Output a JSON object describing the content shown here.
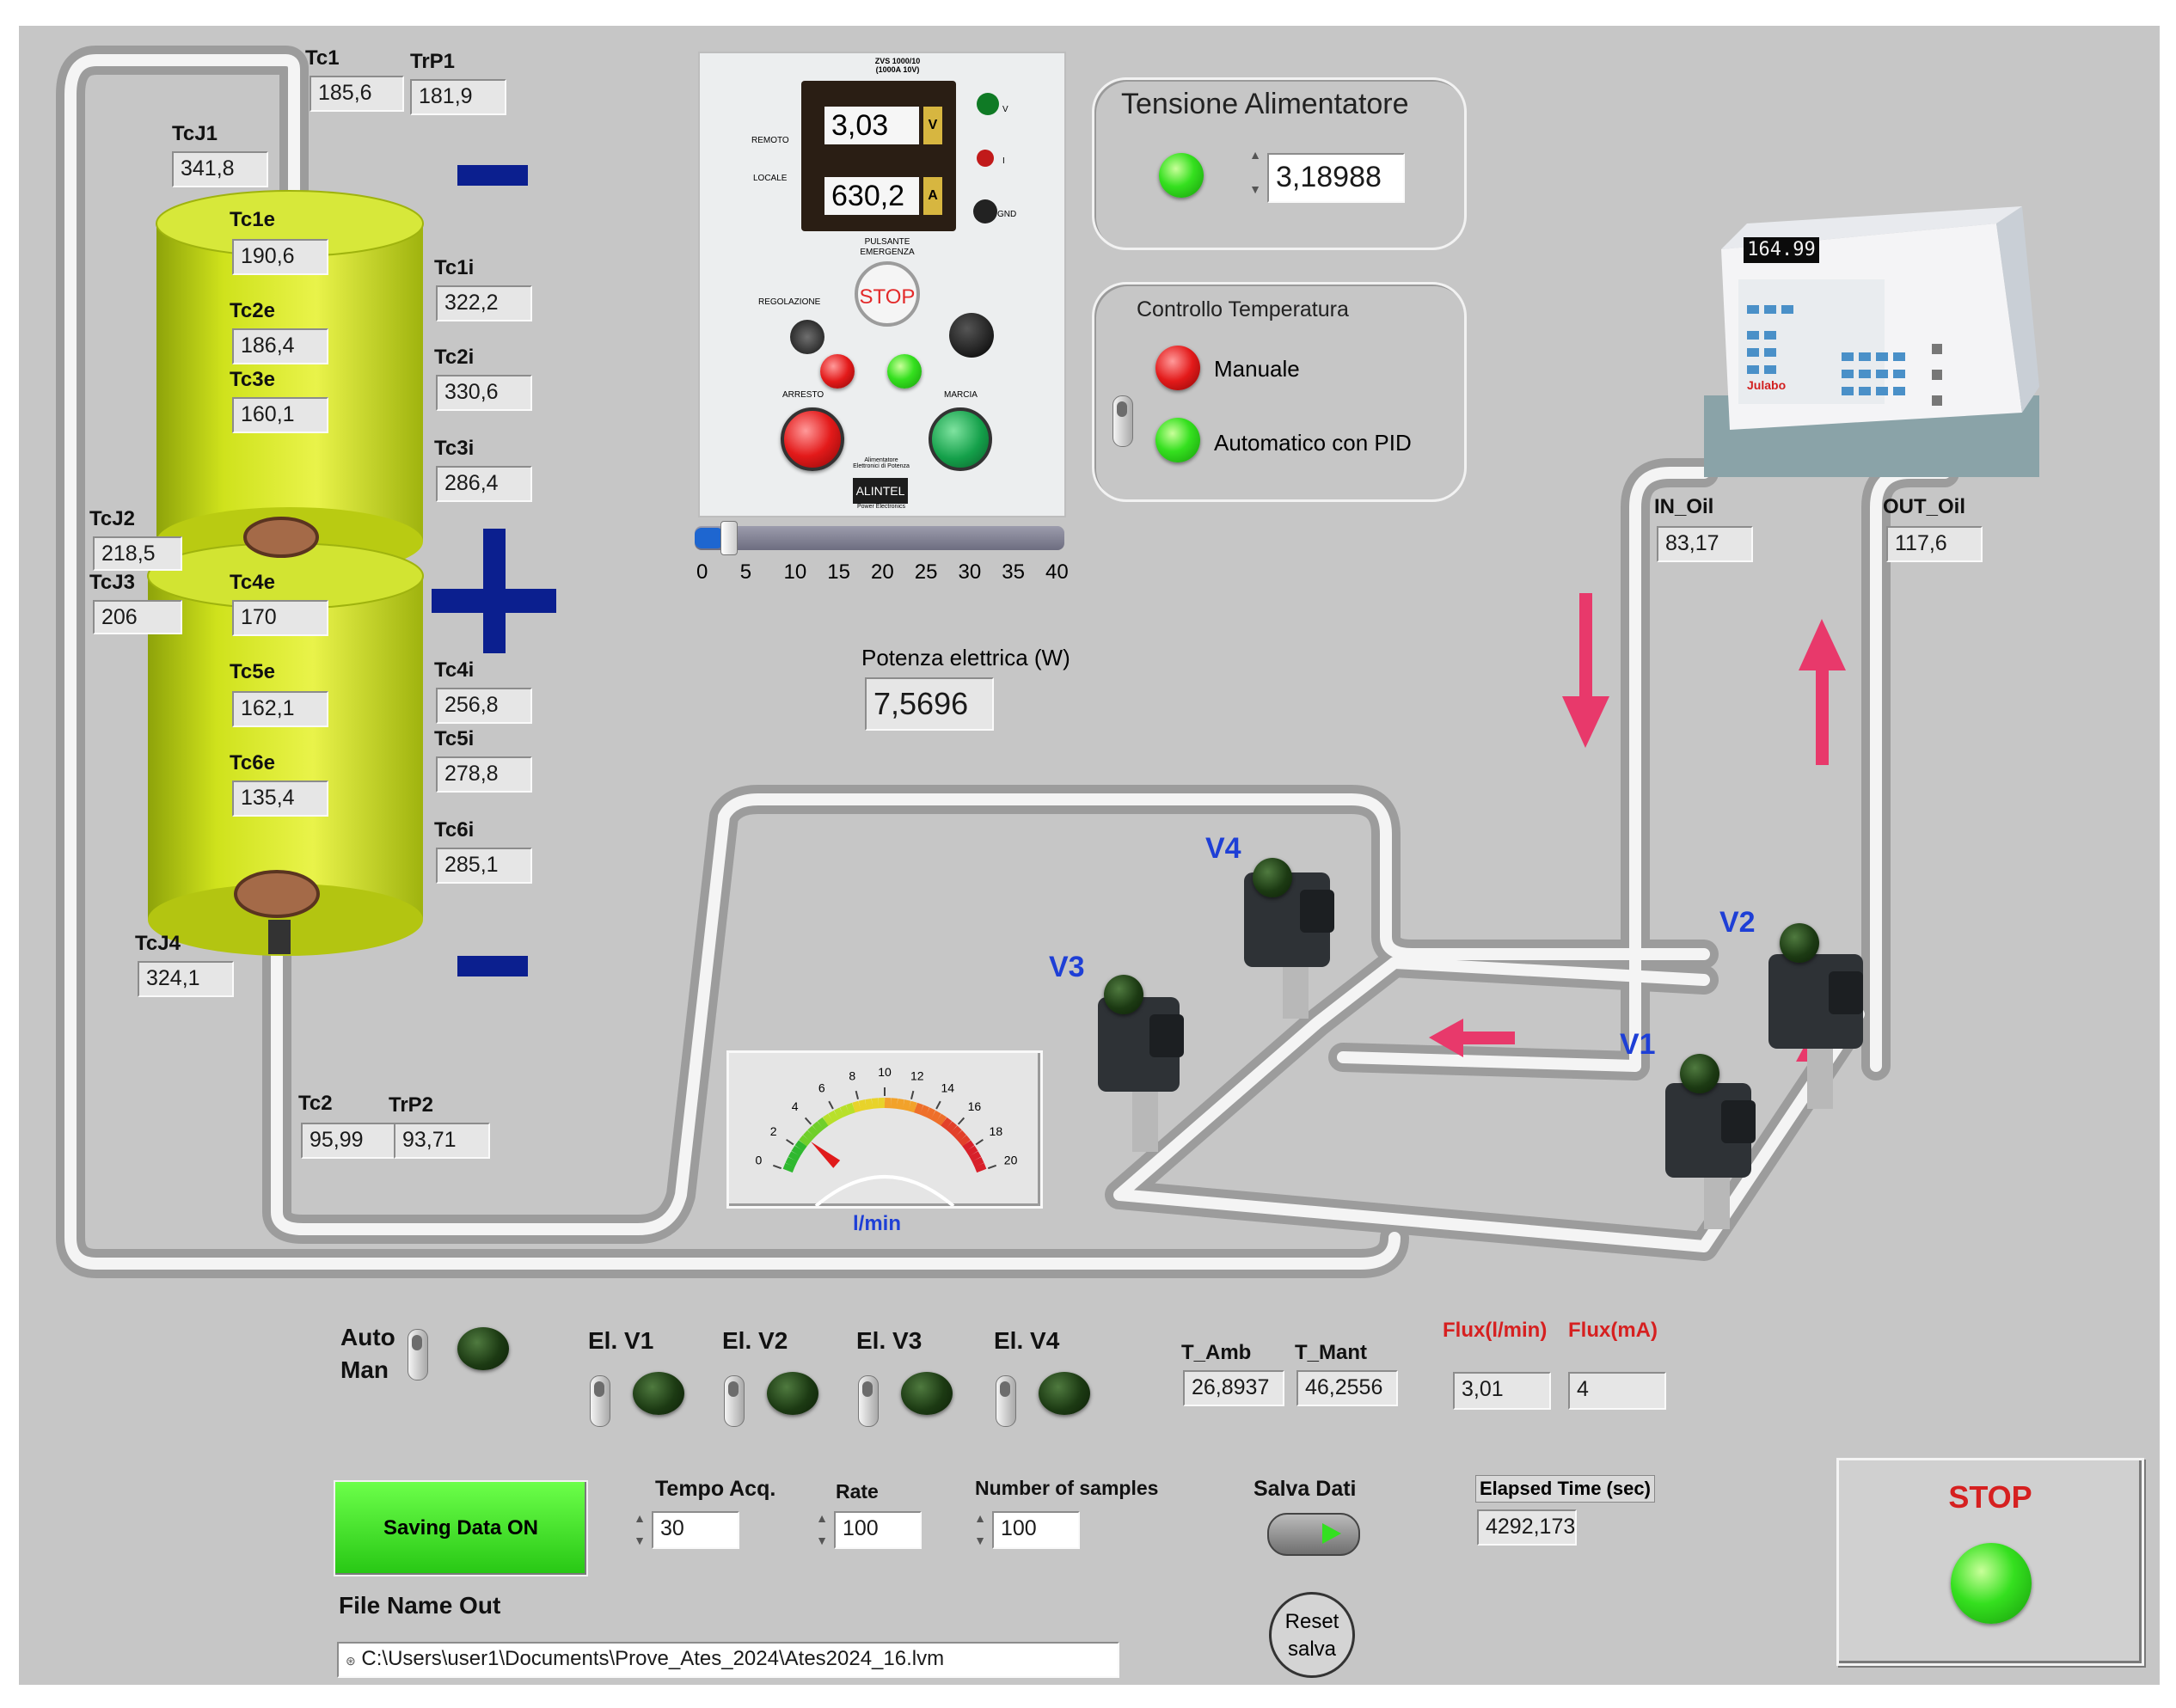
{
  "sensors": {
    "tc1": {
      "label": "Tc1",
      "value": "185,6"
    },
    "trp1": {
      "label": "TrP1",
      "value": "181,9"
    },
    "tcj1": {
      "label": "TcJ1",
      "value": "341,8"
    },
    "tc1e": {
      "label": "Tc1e",
      "value": "190,6"
    },
    "tc2e": {
      "label": "Tc2e",
      "value": "186,4"
    },
    "tc3e": {
      "label": "Tc3e",
      "value": "160,1"
    },
    "tc1i": {
      "label": "Tc1i",
      "value": "322,2"
    },
    "tc2i": {
      "label": "Tc2i",
      "value": "330,6"
    },
    "tc3i": {
      "label": "Tc3i",
      "value": "286,4"
    },
    "tcj2": {
      "label": "TcJ2",
      "value": "218,5"
    },
    "tcj3": {
      "label": "TcJ3",
      "value": "206"
    },
    "tc4e": {
      "label": "Tc4e",
      "value": "170"
    },
    "tc5e": {
      "label": "Tc5e",
      "value": "162,1"
    },
    "tc6e": {
      "label": "Tc6e",
      "value": "135,4"
    },
    "tc4i": {
      "label": "Tc4i",
      "value": "256,8"
    },
    "tc5i": {
      "label": "Tc5i",
      "value": "278,8"
    },
    "tc6i": {
      "label": "Tc6i",
      "value": "285,1"
    },
    "tcj4": {
      "label": "TcJ4",
      "value": "324,1"
    },
    "tc2": {
      "label": "Tc2",
      "value": "95,99"
    },
    "trp2": {
      "label": "TrP2",
      "value": "93,71"
    },
    "in_oil": {
      "label": "IN_Oil",
      "value": "83,17"
    },
    "out_oil": {
      "label": "OUT_Oil",
      "value": "117,6"
    }
  },
  "power_supply": {
    "model_text": "ZVS 1000/10\n(1000A 10V)",
    "voltage_display": "3,03",
    "current_display": "630,2",
    "v_unit": "V",
    "a_unit": "A",
    "remoto": "REMOTO",
    "locale": "LOCALE",
    "pulsante": "PULSANTE",
    "emergenza": "EMERGENZA",
    "stop_label": "STOP",
    "regolazione": "REGOLAZIONE",
    "arresto": "ARRESTO",
    "marcia": "MARCIA",
    "brand": "ALINTEL",
    "tag1": "Alimentatore Elettronici di Potenza",
    "tag2": "Power Electronics",
    "right_v": "V",
    "right_i": "I",
    "right_gnd": "GND"
  },
  "slider": {
    "ticks": [
      "0",
      "5",
      "10",
      "15",
      "20",
      "25",
      "30",
      "35",
      "40"
    ],
    "min": 0,
    "max": 40,
    "value": 3.2
  },
  "tensione": {
    "title": "Tensione Alimentatore",
    "value": "3,18988"
  },
  "controllo": {
    "title": "Controllo Temperatura",
    "manual": "Manuale",
    "auto": "Automatico con PID"
  },
  "potenza": {
    "label": "Potenza elettrica (W)",
    "value": "7,5696"
  },
  "chiller": {
    "display": "164.99",
    "brand": "Julabo"
  },
  "flow_gauge": {
    "ticks": [
      "0",
      "2",
      "4",
      "6",
      "8",
      "10",
      "12",
      "14",
      "16",
      "18",
      "20"
    ],
    "unit": "l/min",
    "min": 0,
    "max": 20,
    "value": 3.01
  },
  "valves": {
    "v1": "V1",
    "v2": "V2",
    "v3": "V3",
    "v4": "V4"
  },
  "bottom": {
    "auto": "Auto",
    "man": "Man",
    "el_v1": "El. V1",
    "el_v2": "El. V2",
    "el_v3": "El. V3",
    "el_v4": "El. V4",
    "t_amb_label": "T_Amb",
    "t_amb": "26,8937",
    "t_mant_label": "T_Mant",
    "t_mant": "46,2556",
    "flux_lmin_label": "Flux(l/min)",
    "flux_lmin": "3,01",
    "flux_ma_label": "Flux(mA)",
    "flux_ma": "4",
    "saving": "Saving Data ON",
    "tempo_label": "Tempo Acq.",
    "tempo": "30",
    "rate_label": "Rate",
    "rate": "100",
    "samples_label": "Number of samples",
    "samples": "100",
    "salva_label": "Salva Dati",
    "reset_label": "Reset\nsalva",
    "elapsed_label": "Elapsed Time (sec)",
    "elapsed": "4292,173",
    "file_label": "File Name Out",
    "file_path": "C:\\Users\\user1\\Documents\\Prove_Ates_2024\\Ates2024_16.lvm",
    "stop_label": "STOP"
  },
  "colors": {
    "panel": "#c6c6c6",
    "cylinder": "#c8dc14",
    "flow_arrow": "#e8396b",
    "valve_label": "#1e3fd6",
    "sign": "#0b1f8f",
    "flux_label": "#d62020"
  }
}
